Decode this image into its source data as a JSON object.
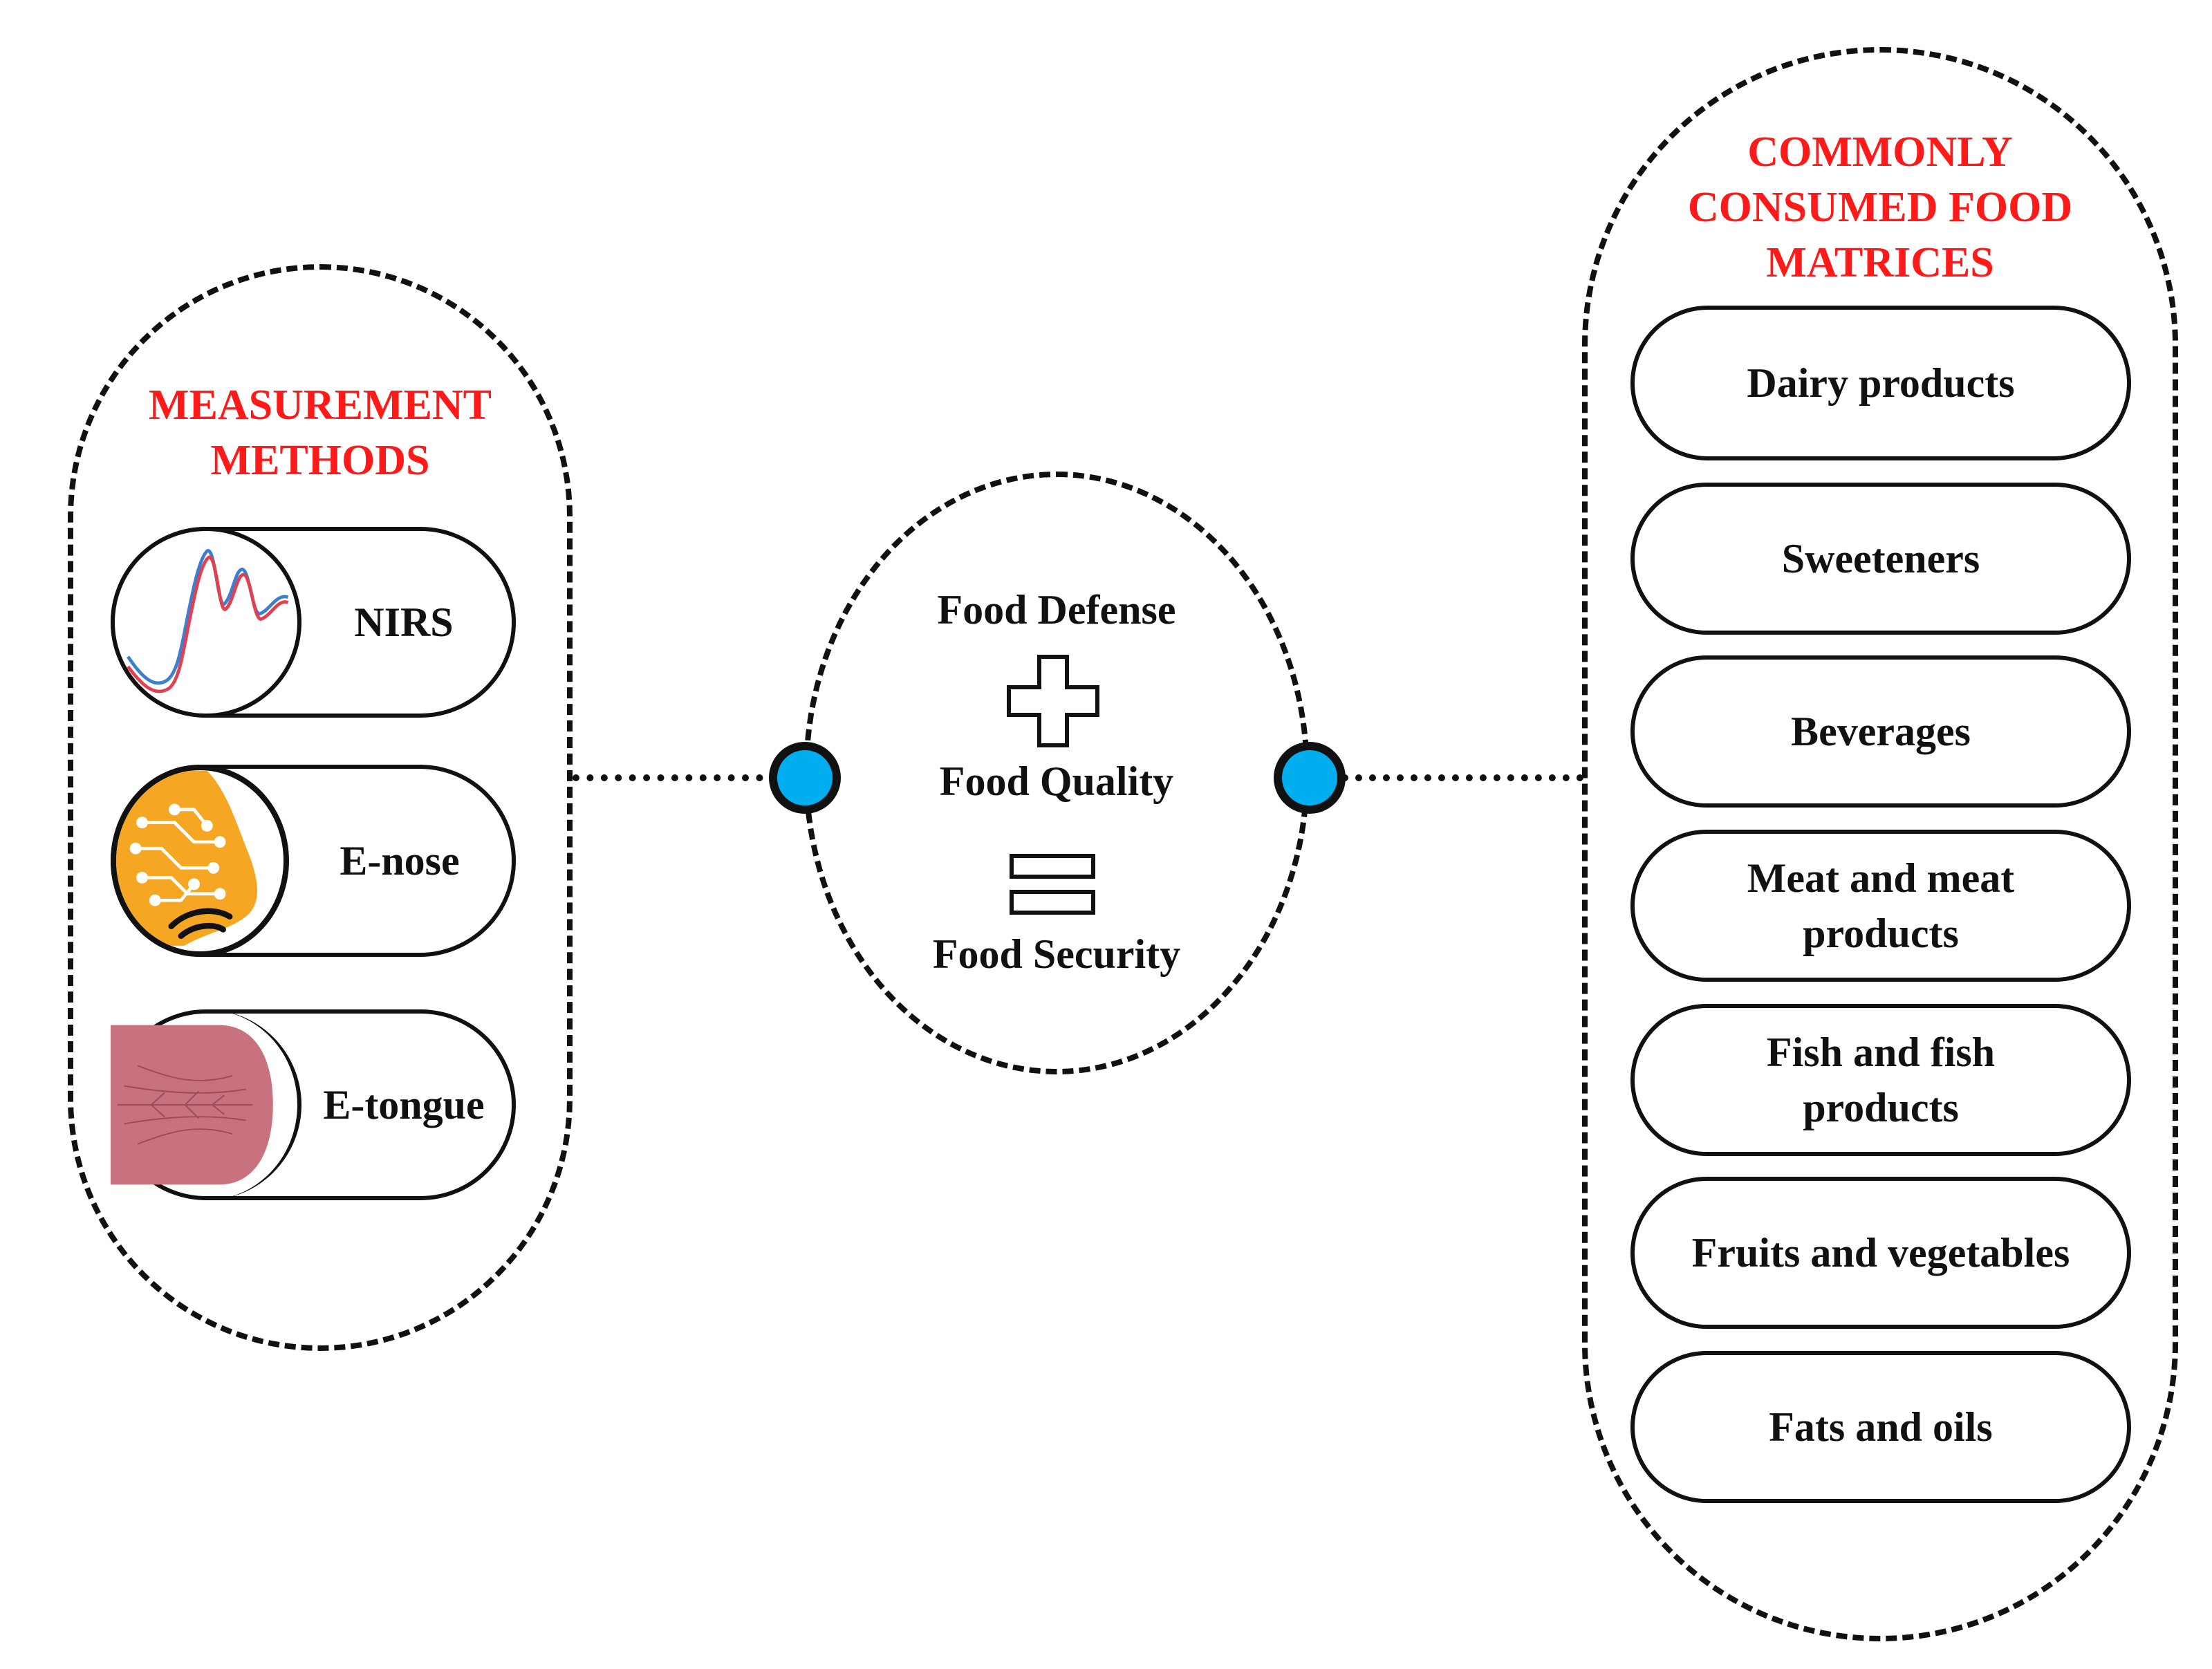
{
  "measurement": {
    "title_lines": [
      "MEASUREMENT",
      "METHODS"
    ],
    "methods": [
      "NIRS",
      "E-nose",
      "E-tongue"
    ]
  },
  "center": {
    "defense": "Food Defense",
    "quality": "Food Quality",
    "security": "Food Security"
  },
  "foods": {
    "title_lines": [
      "COMMONLY",
      "CONSUMED FOOD",
      "MATRICES"
    ],
    "items": [
      {
        "lines": [
          "Dairy products"
        ]
      },
      {
        "lines": [
          "Sweeteners"
        ]
      },
      {
        "lines": [
          "Beverages"
        ]
      },
      {
        "lines": [
          "Meat and meat",
          "products"
        ]
      },
      {
        "lines": [
          "Fish and fish",
          "products"
        ]
      },
      {
        "lines": [
          "Fruits and vegetables"
        ]
      },
      {
        "lines": [
          "Fats and oils"
        ]
      }
    ]
  },
  "colors": {
    "title_red": "#ff1a1a",
    "node_blue": "#00aeef",
    "nose_orange": "#f5a623",
    "tongue_pink": "#c9727f",
    "spectrum_red": "#e04050",
    "spectrum_blue": "#3a7fd0"
  },
  "icons": [
    "spectrum-icon",
    "nose-circuit-icon",
    "tongue-icon",
    "plus-icon",
    "equals-icon"
  ]
}
